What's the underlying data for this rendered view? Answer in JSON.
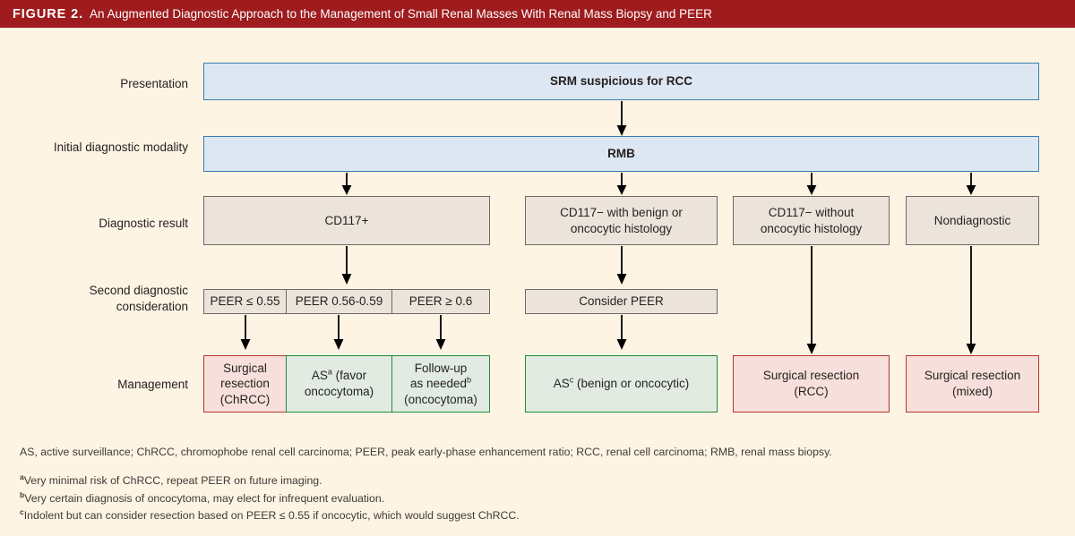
{
  "header": {
    "figure_label": "FIGURE 2.",
    "title": "An Augmented Diagnostic Approach to the Management of Small Renal Masses With Renal Mass Biopsy and PEER",
    "bar_color": "#9e1b1e",
    "text_color": "#ffffff"
  },
  "page": {
    "background_color": "#fdf4e3"
  },
  "rows": {
    "presentation": "Presentation",
    "initial_modality": "Initial diagnostic modality",
    "diagnostic_result": "Diagnostic result",
    "second_consideration_line1": "Second diagnostic",
    "second_consideration_line2": "consideration",
    "management": "Management"
  },
  "nodes": {
    "srm": "SRM suspicious for RCC",
    "rmb": "RMB",
    "cd117_positive": "CD117+",
    "cd117_neg_benign_line1": "CD117− with benign or",
    "cd117_neg_benign_line2": "oncocytic histology",
    "cd117_neg_without_line1": "CD117− without",
    "cd117_neg_without_line2": "oncocytic histology",
    "nondiagnostic": "Nondiagnostic",
    "peer_low": "PEER ≤ 0.55",
    "peer_mid": "PEER 0.56-0.59",
    "peer_high": "PEER ≥ 0.6",
    "consider_peer": "Consider PEER",
    "mgmt_surgical_chrcc_line1": "Surgical",
    "mgmt_surgical_chrcc_line2": "resection",
    "mgmt_surgical_chrcc_line3": "(ChRCC)",
    "mgmt_as_favor_line1_pre": "AS",
    "mgmt_as_favor_line1_sup": "a",
    "mgmt_as_favor_line1_post": " (favor",
    "mgmt_as_favor_line2": "oncocytoma)",
    "mgmt_followup_line1": "Follow-up",
    "mgmt_followup_line2_pre": "as needed",
    "mgmt_followup_line2_sup": "b",
    "mgmt_followup_line3": "(oncocytoma)",
    "mgmt_as_benign_pre": "AS",
    "mgmt_as_benign_sup": "c",
    "mgmt_as_benign_post": " (benign or oncocytic)",
    "mgmt_surgical_rcc_line1": "Surgical resection",
    "mgmt_surgical_rcc_line2": "(RCC)",
    "mgmt_surgical_mixed_line1": "Surgical resection",
    "mgmt_surgical_mixed_line2": "(mixed)"
  },
  "colors": {
    "blue_fill": "#dde7f3",
    "blue_border": "#3b7cb3",
    "tan_fill": "#ece4da",
    "tan_border": "#6d6a67",
    "green_fill": "#e2ebe2",
    "green_border": "#1f8a3b",
    "red_fill": "#f7dfdb",
    "red_border": "#b4362f",
    "arrow": "#000000"
  },
  "footnotes": {
    "abbreviations": "AS, active surveillance; ChRCC, chromophobe renal cell carcinoma; PEER, peak early-phase enhancement ratio; RCC, renal cell carcinoma; RMB, renal mass biopsy.",
    "note_a_marker": "a",
    "note_a_text": "Very minimal risk of ChRCC, repeat PEER on future imaging.",
    "note_b_marker": "b",
    "note_b_text": "Very certain diagnosis of oncocytoma, may elect for infrequent evaluation.",
    "note_c_marker": "c",
    "note_c_text": "Indolent but can consider resection based on PEER ≤ 0.55 if oncocytic, which would suggest ChRCC."
  }
}
